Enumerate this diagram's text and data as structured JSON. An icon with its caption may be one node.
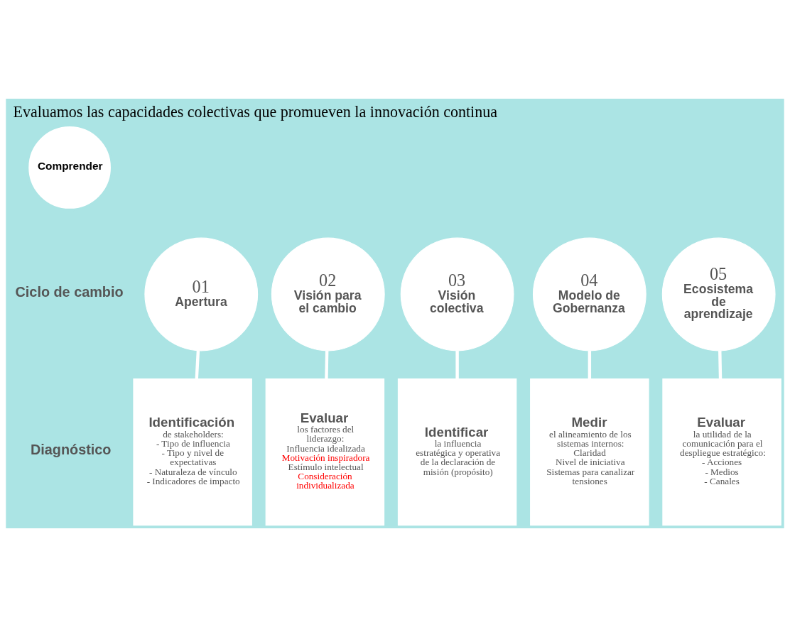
{
  "diagram": {
    "title": "Evaluamos las capacidades colectivas que promueven la innovación continua",
    "nodes": [
      {
        "text": [
          "Comprender"
        ]
      },
      {
        "text": [
          "01",
          "Apertura"
        ]
      },
      {
        "text": [
          "02",
          "Visión para el cambio"
        ]
      },
      {
        "text": [
          "03",
          "Visión colectiva"
        ]
      },
      {
        "text": [
          "04",
          "Modelo de Gobernanza"
        ]
      },
      {
        "text": [
          "05",
          "Ecosistema de aprendizaje"
        ]
      },
      {
        "text": [
          "Identificación",
          "de stakeholders:",
          "- Tipo de influencia",
          "- Tipo y nivel de expectativas",
          "- Naturaleza de vínculo",
          "- Indicadores de impacto"
        ]
      },
      {
        "text": [
          "Evaluar",
          "los factores del liderazgo:",
          "Influencia idealizada",
          "Motivación inspiradora",
          "Estímulo intelectual",
          "Consideración individualizada"
        ]
      },
      {
        "text": [
          "Identificar",
          "la influencia estratégica y operativa de la declaración de misión (propósito)"
        ]
      },
      {
        "text": [
          "Medir",
          "el alineamiento de los sistemas internos:",
          "Claridad",
          "Nivel de iniciativa",
          "Sistemas para canalizar tensiones"
        ]
      },
      {
        "text": [
          "Evaluar",
          "la utilidad de la comunicación para el despliegue estratégico:",
          "- Acciones",
          "- Medios",
          "- Canales"
        ]
      }
    ],
    "edges": [
      {
        "from": 1,
        "to": 6,
        "arrow": "none"
      },
      {
        "from": 2,
        "to": 7,
        "arrow": "none"
      },
      {
        "from": 3,
        "to": 8,
        "arrow": "none"
      },
      {
        "from": 4,
        "to": 9,
        "arrow": "none"
      },
      {
        "from": 5,
        "to": 10,
        "arrow": "none"
      }
    ],
    "labels": [
      "Ciclo de cambio",
      "Diagnóstico"
    ]
  }
}
